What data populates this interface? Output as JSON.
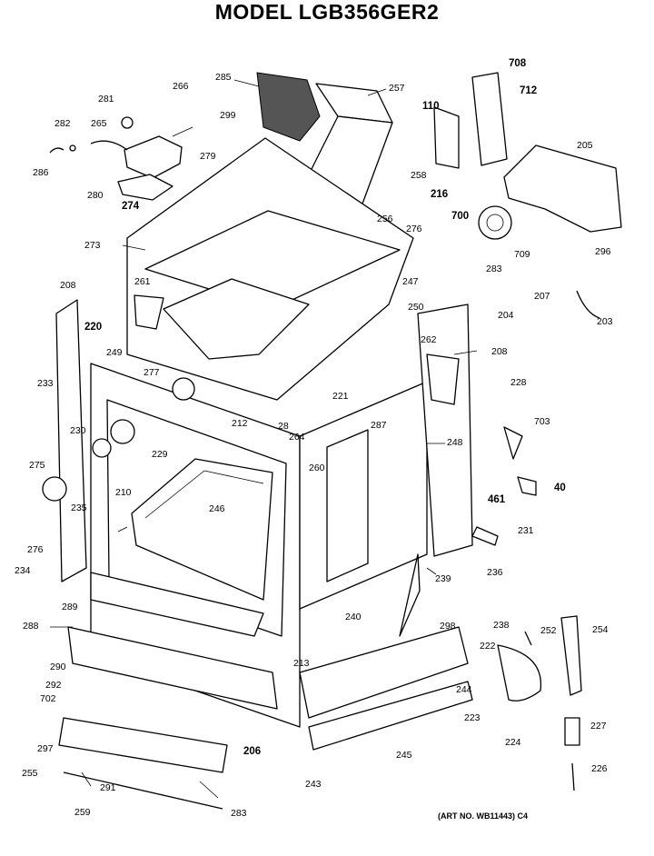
{
  "title": "MODEL LGB356GER2",
  "art_number": "(ART NO. WB11443) C4",
  "part_labels": [
    "285",
    "266",
    "257",
    "708",
    "712",
    "281",
    "299",
    "110",
    "282",
    "265",
    "279",
    "258",
    "216",
    "205",
    "286",
    "274",
    "280",
    "700",
    "256",
    "276",
    "709",
    "296",
    "273",
    "247",
    "283",
    "208",
    "261",
    "204",
    "207",
    "203",
    "250",
    "220",
    "262",
    "208",
    "249",
    "277",
    "233",
    "221",
    "228",
    "212",
    "28",
    "264",
    "703",
    "230",
    "229",
    "287",
    "248",
    "275",
    "210",
    "246",
    "260",
    "461",
    "40",
    "235",
    "231",
    "276",
    "234",
    "239",
    "236",
    "289",
    "298",
    "238",
    "252",
    "288",
    "240",
    "254",
    "222",
    "213",
    "290",
    "292",
    "702",
    "244",
    "223",
    "297",
    "206",
    "245",
    "224",
    "227",
    "255",
    "291",
    "243",
    "226",
    "259",
    "283"
  ]
}
